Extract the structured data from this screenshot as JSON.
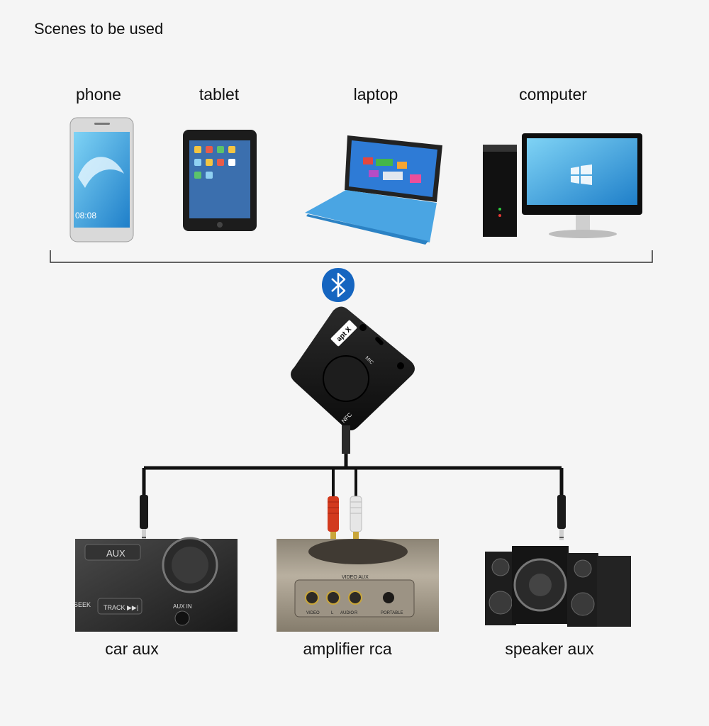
{
  "title": "Scenes to be used",
  "sources": [
    {
      "label": "phone",
      "icon": "phone-icon"
    },
    {
      "label": "tablet",
      "icon": "tablet-icon"
    },
    {
      "label": "laptop",
      "icon": "laptop-icon"
    },
    {
      "label": "computer",
      "icon": "computer-icon"
    }
  ],
  "device": {
    "aptx_text": "apt X",
    "mic_text": "MIC",
    "nfc_text": "NFC",
    "bluetooth_icon": "bluetooth-icon"
  },
  "outputs": [
    {
      "label": "car aux",
      "photo_texts": [
        "AUX",
        "SEEK",
        "TRACK ▶▶|",
        "AUX IN"
      ]
    },
    {
      "label": "amplifier rca",
      "photo_texts": [
        "VIDEO AUX",
        "VIDEO",
        "L",
        "AUDIO",
        "R",
        "PORTABLE"
      ]
    },
    {
      "label": "speaker aux",
      "photo_texts": []
    }
  ],
  "colors": {
    "background": "#f5f5f5",
    "bluetooth_blue": "#1565c0",
    "cable": "#111111",
    "rca_red": "#d23a1e",
    "rca_white": "#e6e6e6",
    "screen_blue": "#1e90d8"
  }
}
